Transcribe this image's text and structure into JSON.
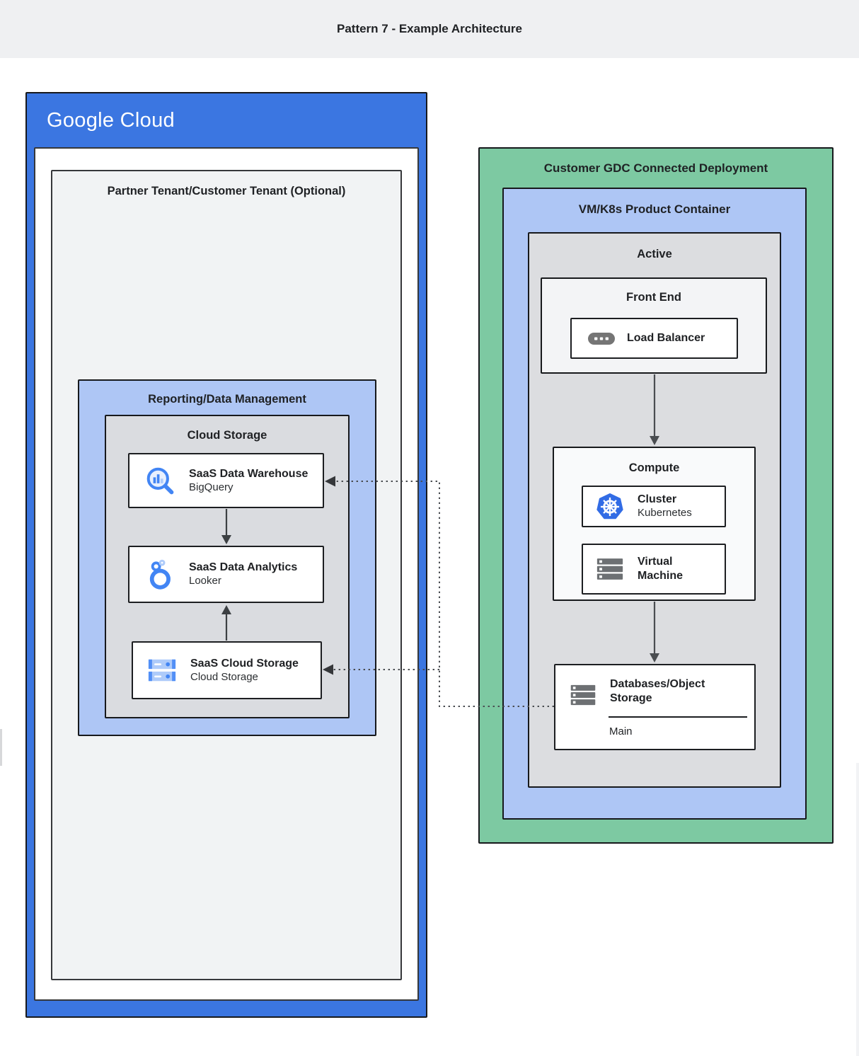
{
  "page": {
    "title": "Pattern 7 - Example Architecture"
  },
  "colors": {
    "google_blue": "#3b76e1",
    "baby_blue": "#aec6f5",
    "green": "#7dc9a2",
    "gray_box": "#dadce0",
    "light_box": "#f1f3f4",
    "icon_blue": "#4285f4",
    "icon_light_blue": "#aecbfa",
    "icon_gray": "#757575",
    "kubernetes_blue": "#326ce5"
  },
  "gcp": {
    "logo": "Google Cloud",
    "partner_tenant": {
      "label": "Partner Tenant/Customer Tenant (Optional)"
    },
    "reporting": {
      "label": "Reporting/Data Management",
      "cloud_storage_group": {
        "label": "Cloud Storage",
        "cards": [
          {
            "title": "SaaS Data Warehouse",
            "subtitle": "BigQuery",
            "icon": "bigquery-icon"
          },
          {
            "title": "SaaS Data Analytics",
            "subtitle": "Looker",
            "icon": "looker-icon"
          },
          {
            "title": "SaaS Cloud Storage",
            "subtitle": "Cloud Storage",
            "icon": "cloud-storage-icon"
          }
        ]
      }
    }
  },
  "gdc": {
    "label": "Customer GDC Connected Deployment",
    "vmk8s": {
      "label": "VM/K8s Product Container",
      "active": {
        "label": "Active",
        "front_end": {
          "label": "Front End",
          "card": {
            "title": "Load Balancer",
            "icon": "load-balancer-icon"
          }
        },
        "compute": {
          "label": "Compute",
          "cards": [
            {
              "title": "Cluster",
              "subtitle": "Kubernetes",
              "icon": "kubernetes-icon"
            },
            {
              "title": "Virtual Machine",
              "icon": "virtual-machine-icon"
            }
          ]
        },
        "databases": {
          "title": "Databases/Object Storage",
          "sub_label": "Main",
          "icon": "object-storage-icon"
        }
      }
    }
  }
}
